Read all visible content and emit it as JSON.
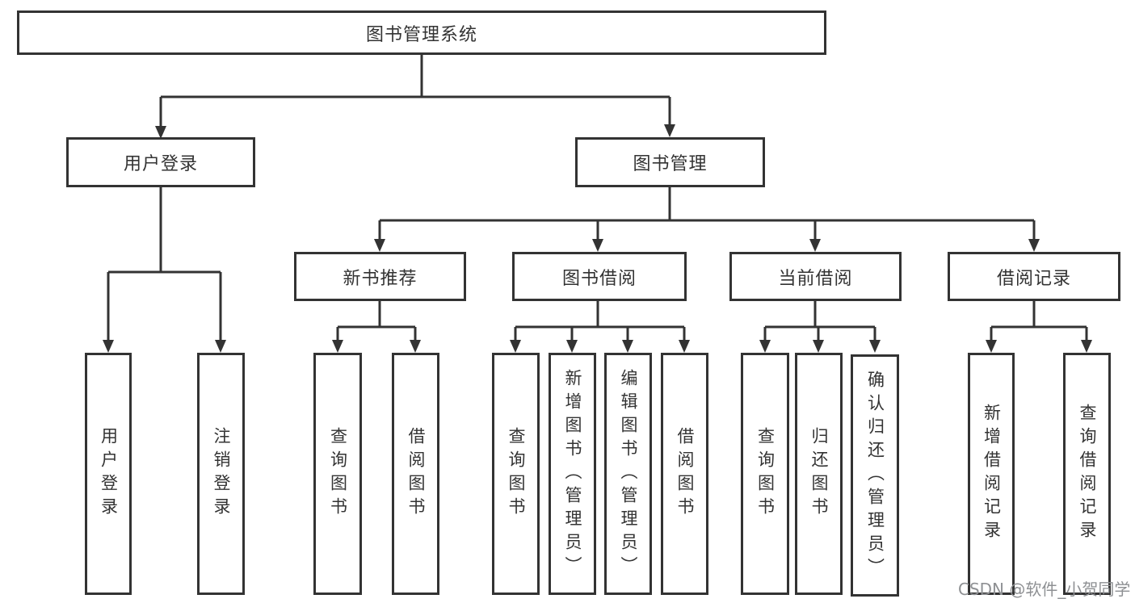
{
  "tree": {
    "label": "图书管理系统",
    "children": [
      {
        "label": "用户登录",
        "children": [
          {
            "label": "用户登录"
          },
          {
            "label": "注销登录"
          }
        ]
      },
      {
        "label": "图书管理",
        "children": [
          {
            "label": "新书推荐",
            "children": [
              {
                "label": "查询图书"
              },
              {
                "label": "借阅图书"
              }
            ]
          },
          {
            "label": "图书借阅",
            "children": [
              {
                "label": "查询图书"
              },
              {
                "label": "新增图书（管理员）"
              },
              {
                "label": "编辑图书（管理员）"
              },
              {
                "label": "借阅图书"
              }
            ]
          },
          {
            "label": "当前借阅",
            "children": [
              {
                "label": "查询图书"
              },
              {
                "label": "归还图书"
              },
              {
                "label": "确认归还（管理员）"
              }
            ]
          },
          {
            "label": "借阅记录",
            "children": [
              {
                "label": "新增借阅记录"
              },
              {
                "label": "查询借阅记录"
              }
            ]
          }
        ]
      }
    ]
  },
  "watermark": {
    "text": "CSDN @软件_小贺同学"
  },
  "colors": {
    "line": "#333333",
    "box_border": "#333333",
    "box_fill": "#ffffff",
    "text": "#333333",
    "watermark": "#8e9093",
    "background": "#ffffff"
  }
}
